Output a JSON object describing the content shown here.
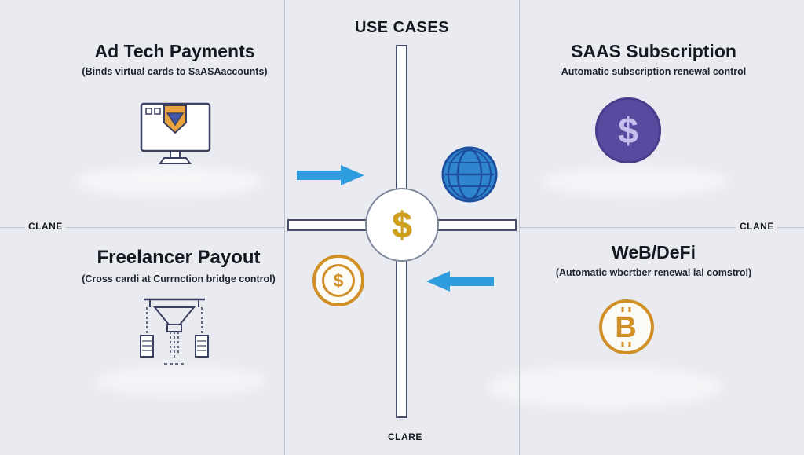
{
  "title": "USE CASES",
  "edge_labels": {
    "left": "CLANE",
    "right": "CLANE",
    "bottom": "CLARE"
  },
  "center": {
    "symbol": "$"
  },
  "quadrants": {
    "top_left": {
      "title": "Ad Tech Payments",
      "subtitle": "(Binds virtual cards to SaASAaccounts)",
      "icon": "monitor-shield-icon"
    },
    "top_right": {
      "title": "SAAS Subscription",
      "subtitle": "Automatic subscription renewal control",
      "icon": "dollar-coin-purple-icon",
      "symbol": "$"
    },
    "bottom_left": {
      "title": "Freelancer Payout",
      "subtitle": "(Cross cardi at Currnction bridge control)",
      "icon": "payout-machine-icon"
    },
    "bottom_right": {
      "title": "WeB/DeFi",
      "subtitle": "(Automatic wbcrtber renewal ial comstrol)",
      "icon": "bitcoin-coin-icon",
      "symbol": "B"
    }
  },
  "markers": {
    "gold_coin_symbol": "$",
    "orange_coin_symbol": "$",
    "globe": "globe-icon",
    "arrow_top": "arrow-right-icon",
    "arrow_bottom": "arrow-left-icon"
  },
  "colors": {
    "background": "#e9ebf0",
    "ink": "#16181f",
    "line": "#bfc3cf",
    "bar-border": "#474e68",
    "gold": "#cf9e1b",
    "orange": "#d18f27",
    "purple": "#584a9e",
    "purple-text": "#c6bdec",
    "blue": "#2f86cf",
    "blue-dark": "#1d4f9c",
    "arrow": "#2f9ce0"
  }
}
